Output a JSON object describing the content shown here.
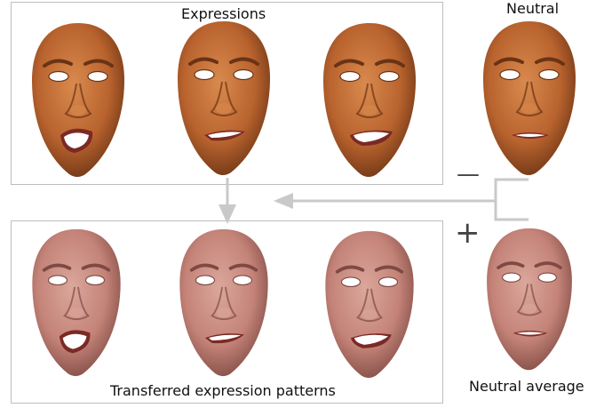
{
  "labels": {
    "expressions": "Expressions",
    "neutral": "Neutral",
    "transferred": "Transferred expression patterns",
    "neutral_average": "Neutral average"
  },
  "operators": {
    "minus": "—",
    "plus": "+"
  },
  "colors": {
    "dark_skin": "#b9632e",
    "dark_skin_shadow": "#6a3314",
    "dark_skin_highlight": "#d98a4e",
    "avatar_skin": "#c48378",
    "avatar_skin_shadow": "#7e4a43",
    "avatar_skin_highlight": "#dba79c",
    "panel_border": "#bdbdbd",
    "arrow": "#c9c9c9"
  },
  "faces": {
    "top_row": [
      {
        "kind": "dark",
        "expression": "open-mouth-tilted"
      },
      {
        "kind": "dark",
        "expression": "smirk"
      },
      {
        "kind": "dark",
        "expression": "grimace"
      },
      {
        "kind": "dark",
        "expression": "neutral"
      }
    ],
    "bottom_row": [
      {
        "kind": "avatar",
        "expression": "open-mouth-tilted"
      },
      {
        "kind": "avatar",
        "expression": "smirk"
      },
      {
        "kind": "avatar",
        "expression": "grimace"
      },
      {
        "kind": "avatar",
        "expression": "neutral"
      }
    ]
  }
}
